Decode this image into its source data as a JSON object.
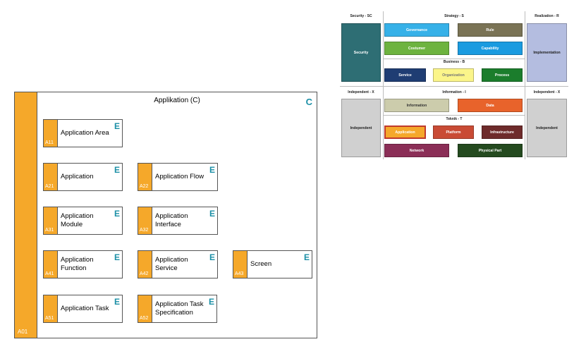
{
  "diagram": {
    "title": "Applikation (C)",
    "container_letter": "C",
    "sidebar_code": "A01",
    "element_letter": "E",
    "elements": [
      {
        "code": "A11",
        "label": "Application Area"
      },
      {
        "code": "A21",
        "label": "Application"
      },
      {
        "code": "A22",
        "label": "Application Flow"
      },
      {
        "code": "A31",
        "label": "Application\nModule"
      },
      {
        "code": "A32",
        "label": "Application\nInterface"
      },
      {
        "code": "A41",
        "label": "Application\nFunction"
      },
      {
        "code": "A42",
        "label": "Application\nService"
      },
      {
        "code": "A43",
        "label": "Screen"
      },
      {
        "code": "A51",
        "label": "Application Task"
      },
      {
        "code": "A52",
        "label": "Application Task\nSpecification"
      }
    ],
    "colors": {
      "orange": "#f5a82a",
      "letter": "#1b8fa6"
    }
  },
  "overview": {
    "headers": {
      "security": "Security - SC",
      "strategy": "Strategy - S",
      "realization": "Realization - R",
      "business": "Business - B",
      "independent_left": "Independent - X",
      "information": "Information - I",
      "independent_right": "Independent - X",
      "teknik": "Teknik - T"
    },
    "tiles": {
      "security": "Security",
      "governance": "Governance",
      "rule": "Rule",
      "costumer": "Costumer",
      "capability": "Capability",
      "implementation": "Implementation",
      "service": "Service",
      "organization": "Organization",
      "process": "Process",
      "independent_left": "Independent",
      "information": "Information",
      "data": "Data",
      "independent_right": "Independent",
      "application": "Application",
      "platform": "Platform",
      "infrastructure": "Infrastructure",
      "network": "Network",
      "physical_part": "Physical Part"
    }
  }
}
